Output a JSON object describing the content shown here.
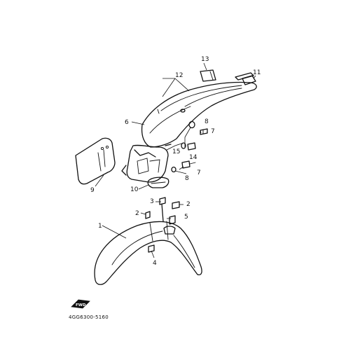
{
  "diagram": {
    "callouts": {
      "c1": "1",
      "c2a": "2",
      "c2b": "2",
      "c3": "3",
      "c4": "4",
      "c5": "5",
      "c6": "6",
      "c7a": "7",
      "c7b": "7",
      "c8a": "8",
      "c8b": "8",
      "c9": "9",
      "c10": "10",
      "c11": "11",
      "c12": "12",
      "c13": "13",
      "c14": "14",
      "c15": "15"
    },
    "direction_badge": "FWD",
    "drawing_code": "4GG6300-5160"
  }
}
